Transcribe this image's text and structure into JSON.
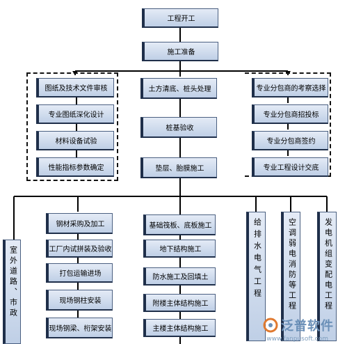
{
  "nodes": {
    "start": "工程开工",
    "prep": "施工准备",
    "left": [
      "图纸及技术文件审核",
      "专业图纸深化设计",
      "材料设备试验",
      "性能指标参数确定"
    ],
    "mid": [
      "土方清底、桩头处理",
      "桩基验收",
      "垫层、胎膜施工"
    ],
    "right": [
      "专业分包商的考察选择",
      "专业分包商招投标",
      "专业分包商签约",
      "专业工程设计交底"
    ],
    "steel": [
      "钢材采购及加工",
      "工厂内试拼装及验收",
      "打包运输进场",
      "现场钢柱安装",
      "现场钢梁、桁架安装"
    ],
    "struct": [
      "基础筏板、底板施工",
      "地下结构施工",
      "防水施工及回填土",
      "附楼主体结构施工",
      "主楼主体结构施工"
    ],
    "outdoor": "室外道路、市政",
    "plumbing": "给排水电气工程",
    "hvac": "空调弱电消防等工程",
    "generator": "发电机组变配电工程"
  },
  "watermark": {
    "brand": "泛普软件",
    "url": "www.fanpusoft.com"
  },
  "colors": {
    "box_top": "#e4ebf6",
    "box_bottom": "#bfcfe6",
    "border": "#1f2f4a",
    "line": "#000000"
  }
}
